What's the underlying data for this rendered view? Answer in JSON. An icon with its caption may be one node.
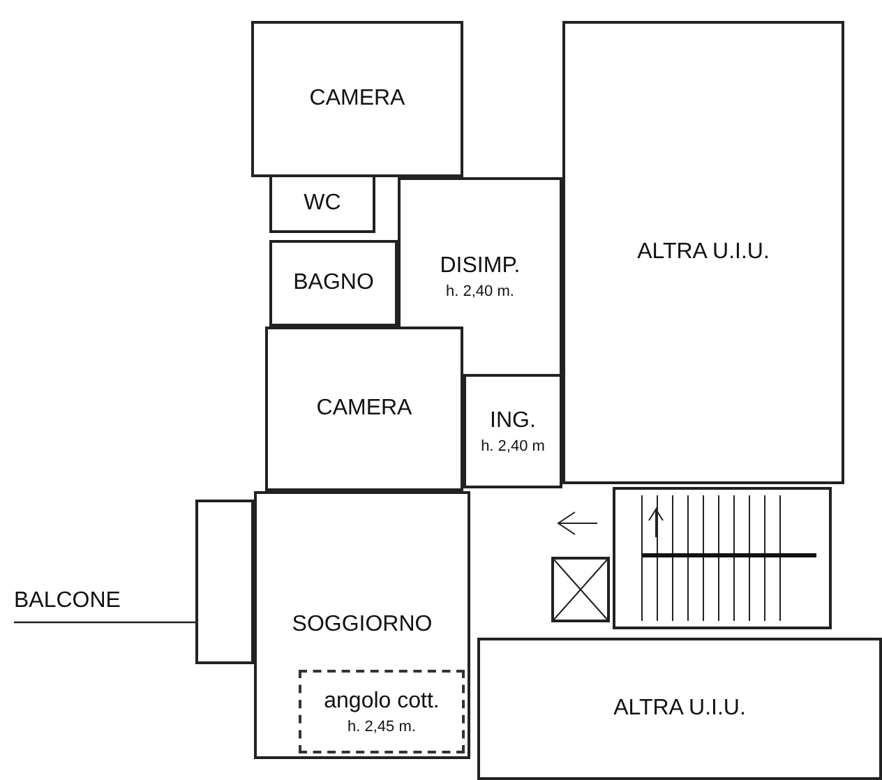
{
  "diagram": {
    "nodes": [
      {
        "text": [
          "CAMERA"
        ]
      },
      {
        "text": [
          "WC"
        ]
      },
      {
        "text": [
          "BAGNO"
        ]
      },
      {
        "text": [
          "DISIMP.",
          "h. 2,40 m."
        ]
      },
      {
        "text": [
          "ALTRA U.I.U."
        ]
      },
      {
        "text": [
          "CAMERA"
        ]
      },
      {
        "text": [
          "ING.",
          "h. 2,40 m"
        ]
      },
      {
        "text": [
          "BALCONE"
        ]
      },
      {
        "text": [],
        "shape": "box"
      },
      {
        "text": [
          "SOGGIORNO"
        ]
      },
      {
        "text": [
          "angolo cott.",
          "h. 2,45 m."
        ],
        "in": 9
      },
      {
        "text": [
          "ALTRA U.I.U."
        ]
      }
    ],
    "edges": [
      {
        "from": 7,
        "to": 8,
        "arrow": "none"
      }
    ]
  }
}
